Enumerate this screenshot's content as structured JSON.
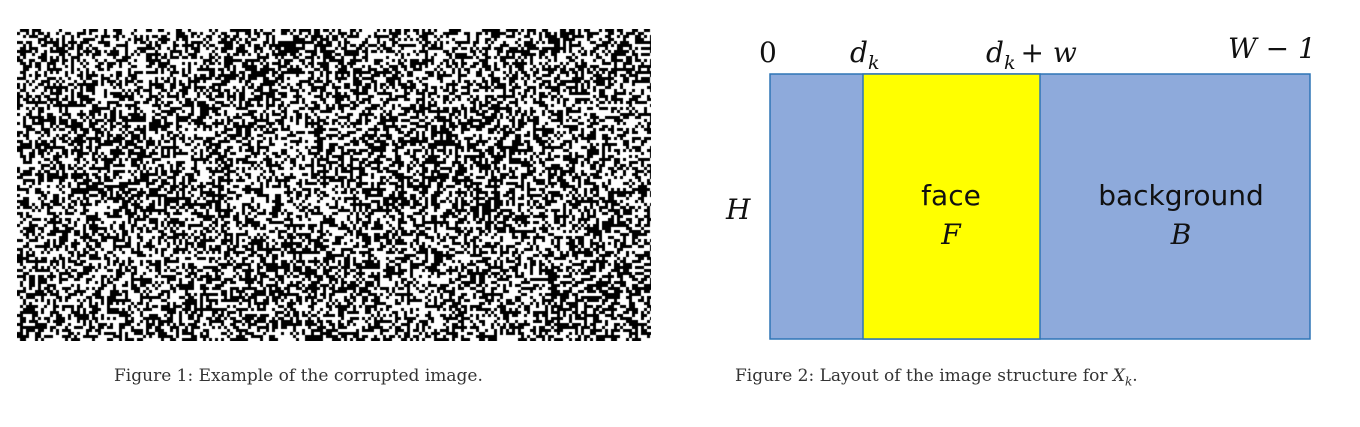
{
  "figure1": {
    "caption_prefix": "Figure 1:",
    "caption_text": "Example of the corrupted image."
  },
  "figure2": {
    "caption_prefix": "Figure 2:",
    "caption_text": "Layout of the image structure for",
    "caption_symbol": "X",
    "caption_subscript": "k",
    "caption_suffix": ".",
    "axis_labels": {
      "zero": "0",
      "dk": "d",
      "dk_sub": "k",
      "dk_plus_w": "d",
      "dk_plus_w_sub": "k",
      "dk_plus_w_tail": "+ w",
      "w_minus_1": "W − 1",
      "height": "H"
    },
    "regions": {
      "face_label": "face",
      "face_symbol": "F",
      "background_label": "background",
      "background_symbol": "B"
    },
    "colors": {
      "background_fill": "#8eaadb",
      "face_fill": "#ffff00",
      "border": "#2e75b6"
    }
  }
}
